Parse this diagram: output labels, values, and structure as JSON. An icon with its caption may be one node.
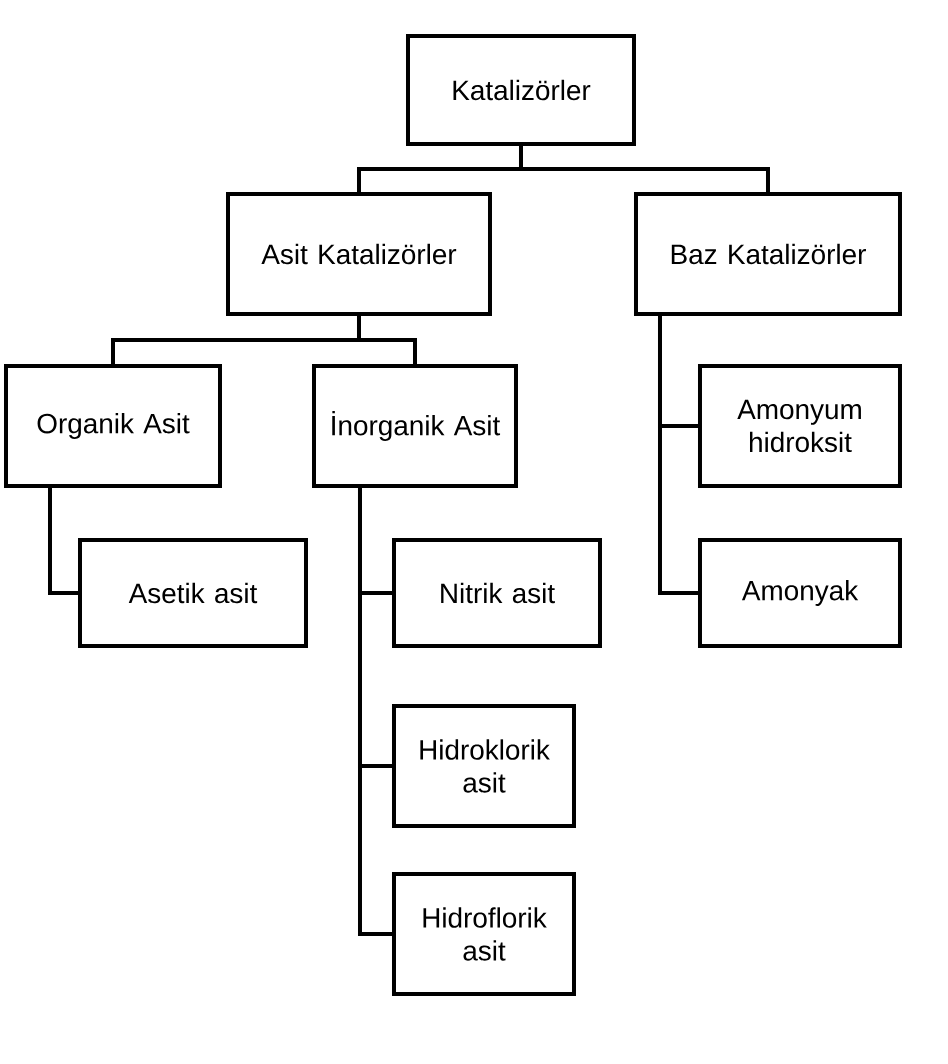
{
  "diagram": {
    "nodes": [
      {
        "text": [
          "Katalizörler"
        ]
      },
      {
        "text": [
          "Asit Katalizörler"
        ]
      },
      {
        "text": [
          "Baz Katalizörler"
        ]
      },
      {
        "text": [
          "Organik Asit"
        ]
      },
      {
        "text": [
          "İnorganik Asit"
        ]
      },
      {
        "text": [
          "Amonyum hidroksit"
        ]
      },
      {
        "text": [
          "Asetik asit"
        ]
      },
      {
        "text": [
          "Nitrik asit"
        ]
      },
      {
        "text": [
          "Amonyak"
        ]
      },
      {
        "text": [
          "Hidroklorik asit"
        ]
      },
      {
        "text": [
          "Hidroflorik asit"
        ]
      }
    ],
    "edges": [
      {
        "from": 0,
        "to": 1,
        "arrow": "none"
      },
      {
        "from": 0,
        "to": 2,
        "arrow": "none"
      },
      {
        "from": 1,
        "to": 3,
        "arrow": "none"
      },
      {
        "from": 1,
        "to": 4,
        "arrow": "none"
      },
      {
        "from": 2,
        "to": 5,
        "arrow": "none"
      },
      {
        "from": 2,
        "to": 8,
        "arrow": "none"
      },
      {
        "from": 3,
        "to": 6,
        "arrow": "none"
      },
      {
        "from": 4,
        "to": 7,
        "arrow": "none"
      },
      {
        "from": 4,
        "to": 9,
        "arrow": "none"
      },
      {
        "from": 4,
        "to": 10,
        "arrow": "none"
      }
    ]
  }
}
